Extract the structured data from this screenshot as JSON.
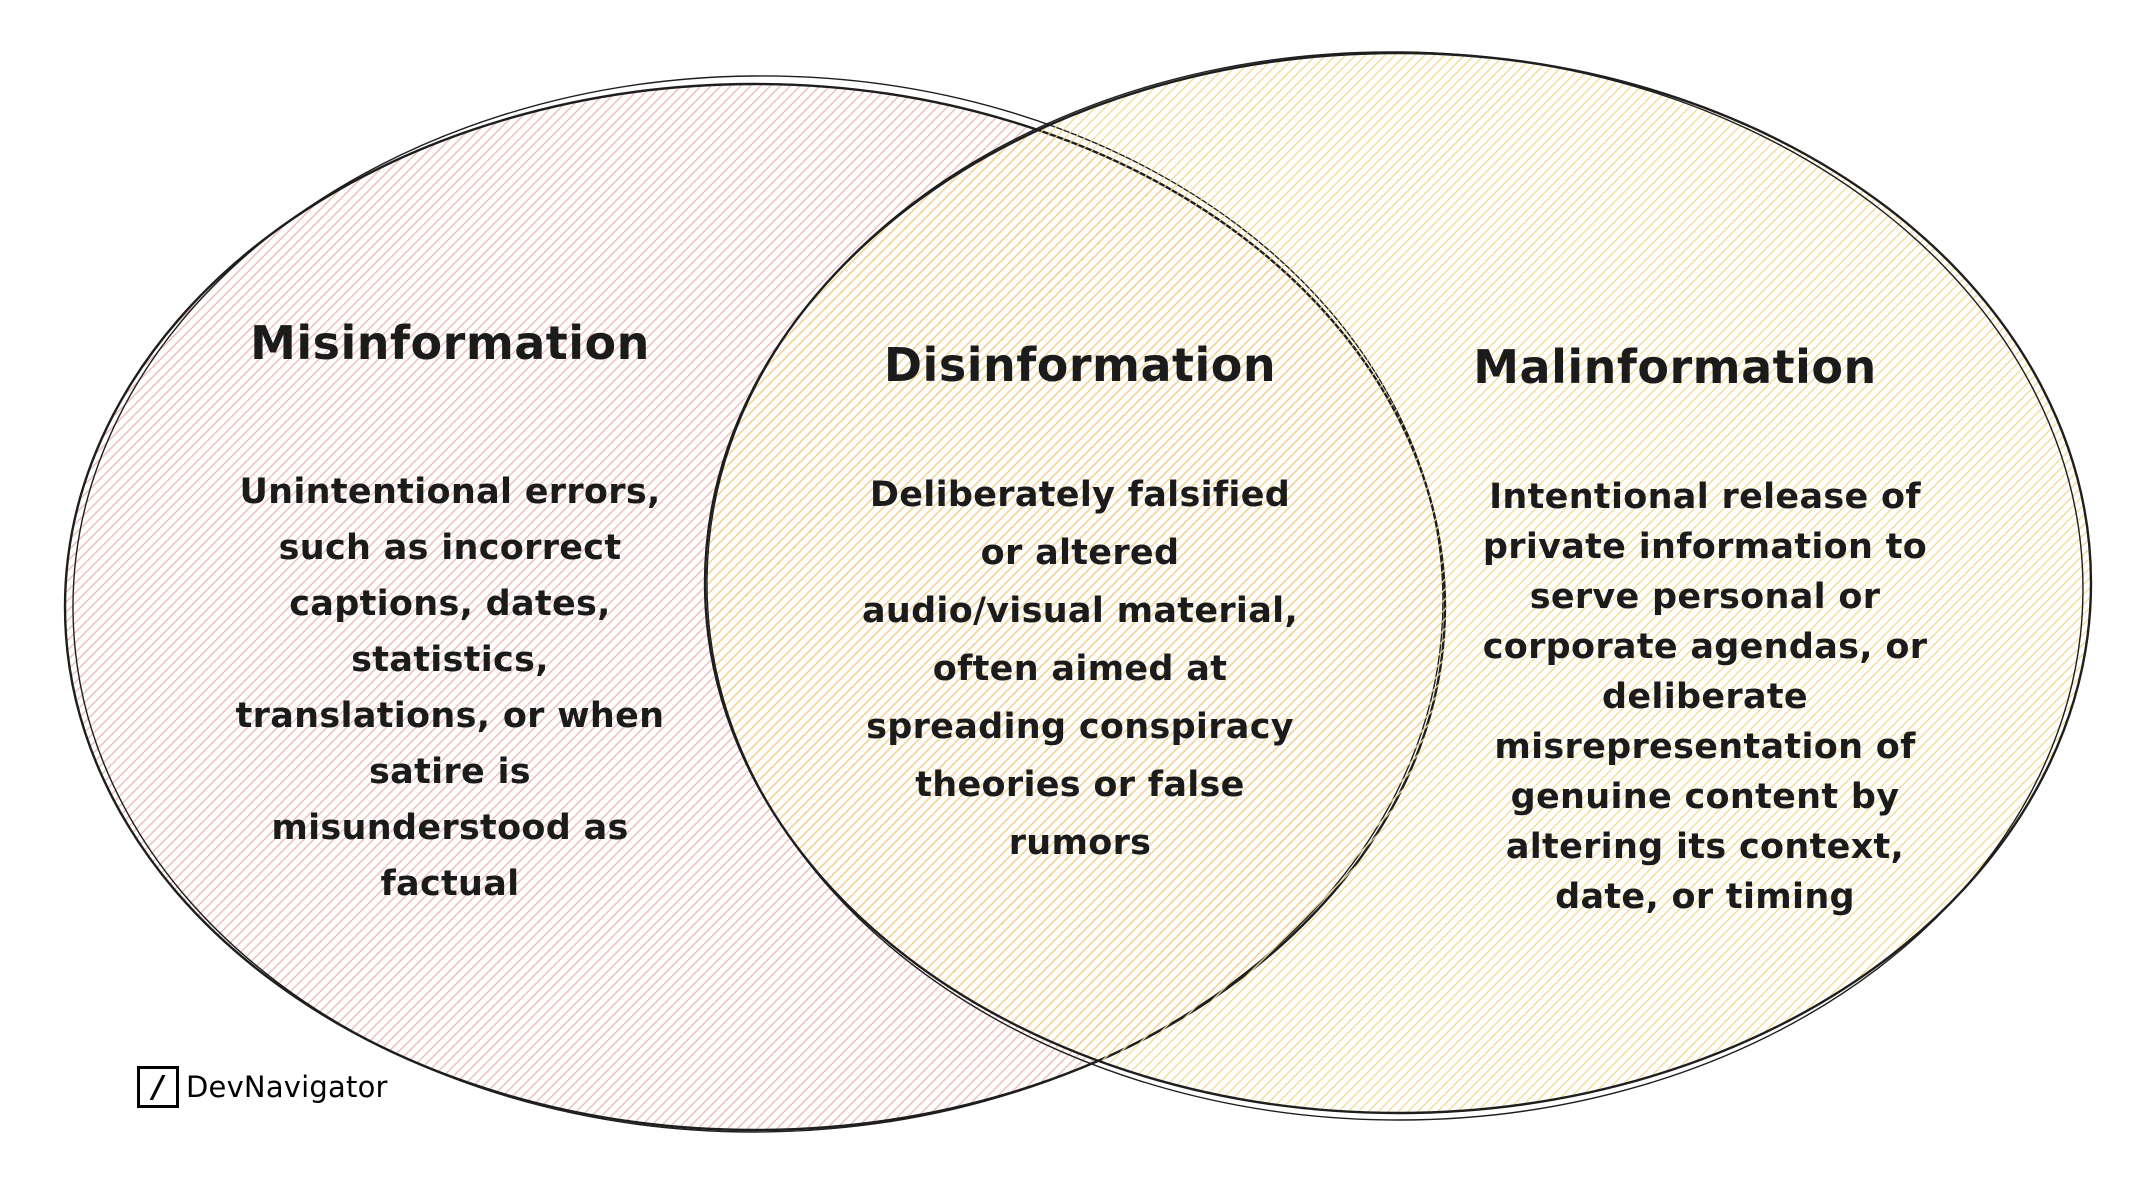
{
  "venn": {
    "left": {
      "title": "Misinformation",
      "description": "Unintentional errors,\nsuch as incorrect\ncaptions, dates,\nstatistics,\ntranslations, or when\nsatire is\nmisunderstood as\nfactual",
      "hatch_color": "#eab6b3"
    },
    "intersection": {
      "title": "Disinformation",
      "description": "Deliberately falsified\nor altered\naudio/visual material,\noften aimed at\nspreading conspiracy\ntheories or false\nrumors"
    },
    "right": {
      "title": "Malinformation",
      "description": "Intentional release of\nprivate information to\nserve personal or\ncorporate agendas, or\ndeliberate\nmisrepresentation of\ngenuine content by\naltering its context,\ndate, or timing",
      "hatch_color": "#f0d98f"
    }
  },
  "watermark": {
    "logo_glyph": "/",
    "brand": "DevNavigator"
  },
  "colors": {
    "background": "#ffffff",
    "outline": "#1e1e1e",
    "text": "#1b1b1b",
    "left_hatch": "#eab6b3",
    "right_hatch": "#f0d98f"
  }
}
